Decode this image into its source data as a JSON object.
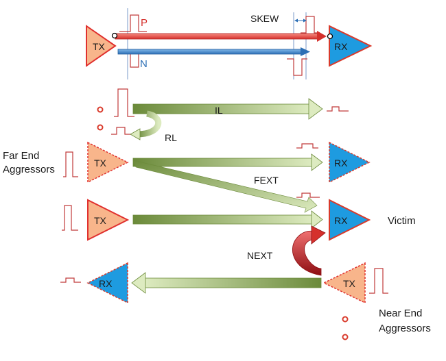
{
  "labels": {
    "skew": "SKEW",
    "p": "P",
    "n": "N",
    "il": "IL",
    "rl": "RL",
    "fext": "FEXT",
    "next": "NEXT",
    "victim": "Victim",
    "far_end_line1": "Far End",
    "far_end_line2": "Aggressors",
    "near_end_line1": "Near End",
    "near_end_line2": "Aggressors"
  },
  "blocks": {
    "tx": "TX",
    "rx": "RX"
  },
  "colors": {
    "tx_fill": "#F8B58B",
    "tx_stroke": "#E0302E",
    "rx_fill": "#1E9BE0",
    "rx_stroke": "#D93A2B",
    "p_line": "#E0302E",
    "n_line": "#2C6FB5",
    "green_dark": "#6B8A3A",
    "green_light": "#D8E7B8",
    "next_red": "#C0181C",
    "pulse": "#C03A3A",
    "text": "#1A1A1A"
  }
}
